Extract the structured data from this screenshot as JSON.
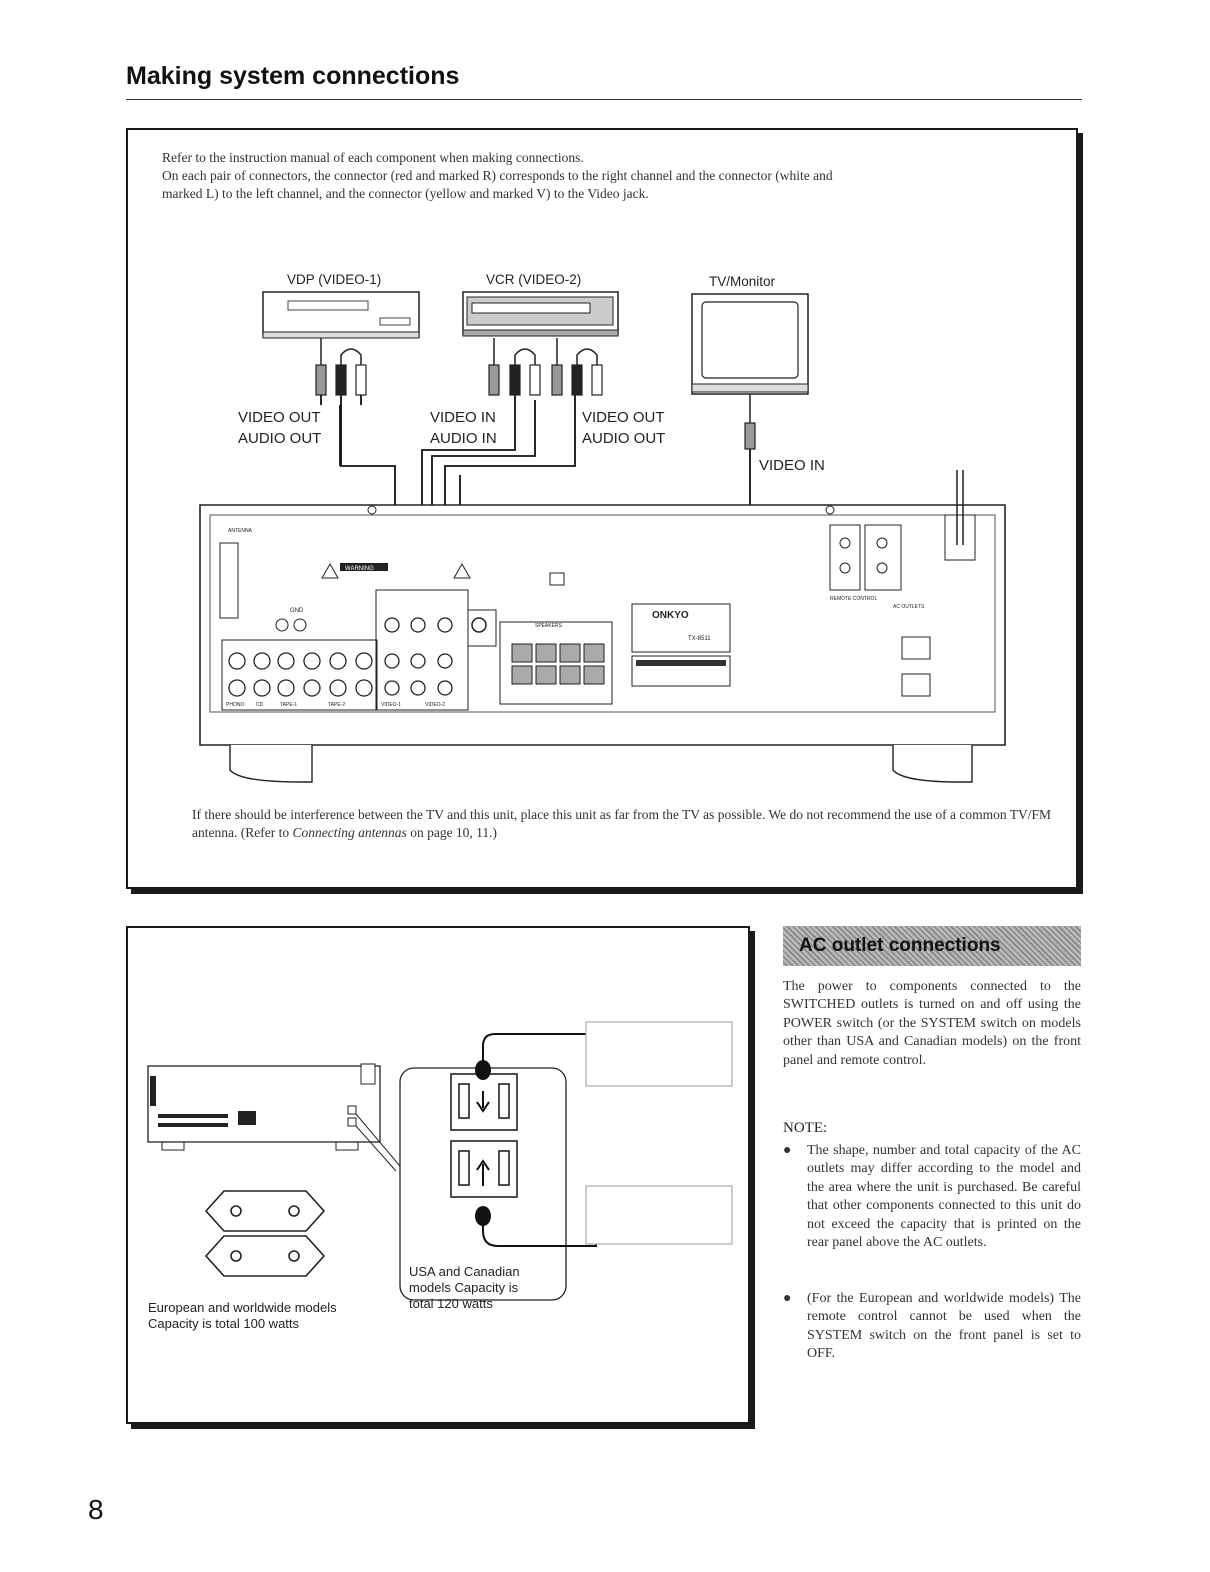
{
  "header": {
    "title": "Making system connections"
  },
  "top_panel": {
    "intro_lines": [
      "Refer to the instruction manual of each component when making connections.",
      "On each pair of connectors, the connector (red and marked R) corresponds to the right channel and the connector (white and",
      "marked L) to the left channel, and the connector (yellow and marked V) to the Video jack."
    ],
    "devices": {
      "vdp": "VDP (VIDEO-1)",
      "vcr": "VCR (VIDEO-2)",
      "tv": "TV/Monitor"
    },
    "connectors": {
      "vdp_video": "VIDEO OUT",
      "vdp_audio": "AUDIO OUT",
      "vcr_in_video": "VIDEO IN",
      "vcr_in_audio": "AUDIO IN",
      "vcr_out_video": "VIDEO OUT",
      "vcr_out_audio": "AUDIO OUT",
      "tv_video_in": "VIDEO IN"
    },
    "rear_panel": {
      "brand": "ONKYO",
      "model": "TX-8511",
      "warning": "WARNING",
      "speakers": "SPEAKERS",
      "remote_control": "REMOTE CONTROL",
      "ac_outlets": "AC OUTLETS",
      "antenna": "ANTENNA",
      "gnd": "GND",
      "jack_groups": [
        "PHONO",
        "CD",
        "TAPE-1",
        "TAPE-2",
        "VIDEO-1",
        "VIDEO-2"
      ]
    },
    "footnote_part1": "If there should be interference between the TV and this unit, place this unit as far from the TV as possible. We do not",
    "footnote_part2": "recommend the use of a common TV/FM antenna. (Refer to ",
    "footnote_italic": "Connecting antennas",
    "footnote_part3": " on page 10, 11.)"
  },
  "bottom_panel": {
    "european_line1": "European and worldwide models",
    "european_line2": "Capacity is total 100 watts",
    "usa_line1": "USA and Canadian",
    "usa_line2": "models Capacity is",
    "usa_line3": "total 120 watts"
  },
  "ac_section": {
    "heading": "AC outlet connections",
    "body": "The power to components connected to the SWITCHED outlets is turned on and off using the POWER switch (or the SYSTEM switch on models other than USA and Canadian models) on the front panel and remote control.",
    "note_title": "NOTE:",
    "notes": [
      "The shape, number and total capacity of the AC outlets may differ according to the model and the area where the unit is purchased. Be careful that other components connected to this unit do not exceed the capacity that is printed on the rear panel above the AC outlets.",
      "(For the European and worldwide models) The remote control cannot be used when the SYSTEM switch on the front panel is set to OFF."
    ],
    "bullet": "●"
  },
  "page_number": "8"
}
